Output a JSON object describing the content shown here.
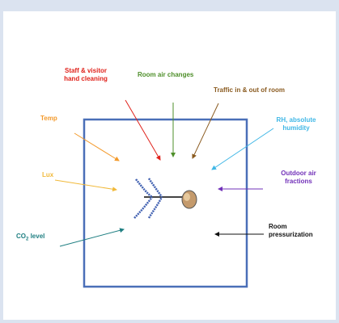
{
  "labels": {
    "staff": {
      "line1": "Staff & visitor",
      "line2": "hand cleaning",
      "color": "#e0221b"
    },
    "air_changes": {
      "text": "Room air changes",
      "color": "#4e8f2a"
    },
    "traffic": {
      "text": "Traffic in & out of room",
      "color": "#8a5a1f"
    },
    "temp": {
      "text": "Temp",
      "color": "#f39a2c"
    },
    "rh": {
      "line1": "RH, absolute",
      "line2": "humidity",
      "color": "#3fb7e6"
    },
    "lux": {
      "text": "Lux",
      "color": "#f1b93a"
    },
    "outdoor": {
      "line1": "Outdoor air",
      "line2": "fractions",
      "color": "#7130b8"
    },
    "co2": {
      "prefix": "CO",
      "sub": "2",
      "suffix": " level",
      "color": "#1f7f82"
    },
    "pressure": {
      "line1": "Room",
      "line2": "pressurization",
      "color": "#111111"
    }
  },
  "colors": {
    "room_border": "#4a6fb8",
    "fish_bones": "#3f5fb0",
    "fish_head": "#c49a6c",
    "background": "#dbe3f0"
  }
}
